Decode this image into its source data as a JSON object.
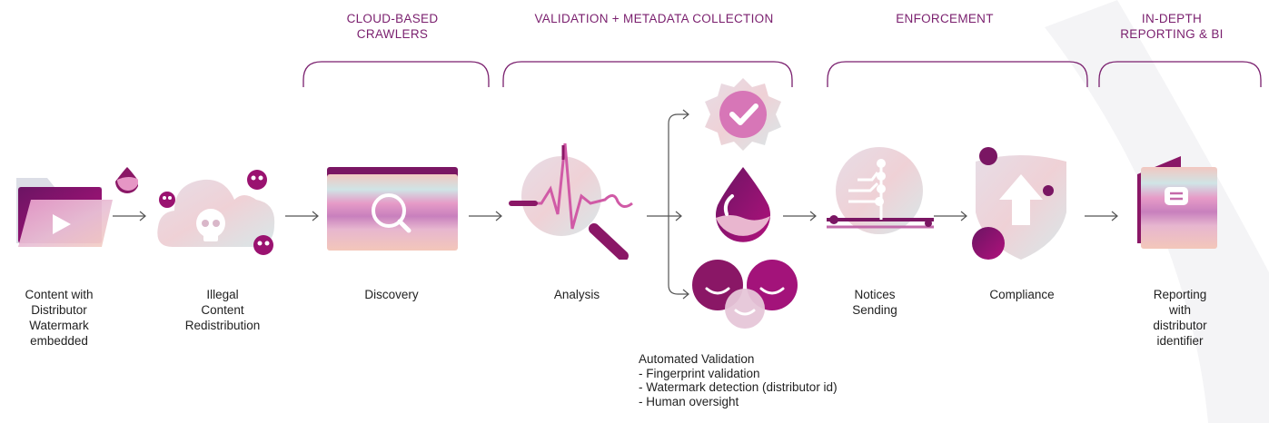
{
  "phases": [
    {
      "id": "crawlers",
      "lines": [
        "CLOUD-BASED",
        "CRAWLERS"
      ]
    },
    {
      "id": "validation",
      "lines": [
        "VALIDATION + METADATA COLLECTION"
      ]
    },
    {
      "id": "enforcement",
      "lines": [
        "ENFORCEMENT"
      ]
    },
    {
      "id": "reporting",
      "lines": [
        "IN-DEPTH",
        "REPORTING & BI"
      ]
    }
  ],
  "steps": [
    {
      "id": "content",
      "icon": "video-folder-icon",
      "lines": [
        "Content with",
        "Distributor",
        "Watermark",
        "embedded"
      ]
    },
    {
      "id": "illegal",
      "icon": "skull-cloud-icon",
      "lines": [
        "Illegal",
        "Content",
        "Redistribution"
      ]
    },
    {
      "id": "discovery",
      "icon": "magnifier-window-icon",
      "lines": [
        "Discovery"
      ]
    },
    {
      "id": "analysis",
      "icon": "heartbeat-magnifier-icon",
      "lines": [
        "Analysis"
      ]
    },
    {
      "id": "notices",
      "icon": "circuit-globe-icon",
      "lines": [
        "Notices",
        "Sending"
      ]
    },
    {
      "id": "compliance",
      "icon": "shield-upload-icon",
      "lines": [
        "Compliance"
      ]
    },
    {
      "id": "reporting",
      "icon": "report-document-icon",
      "lines": [
        "Reporting",
        "with",
        "distributor",
        "identifier"
      ]
    }
  ],
  "validation_icons": [
    "check-badge-icon",
    "watermark-drop-icon",
    "human-oversight-icon"
  ],
  "validation_notes": {
    "title": "Automated Validation",
    "items": [
      "-  Fingerprint validation",
      "-  Watermark detection (distributor id)",
      "-  Human oversight"
    ]
  },
  "colors": {
    "accent": "#7a1f6e",
    "magenta": "#a0106e",
    "pink": "#d67ab8",
    "peach": "#f3c6bb",
    "mint": "#d6e8e8",
    "text": "#222222"
  }
}
